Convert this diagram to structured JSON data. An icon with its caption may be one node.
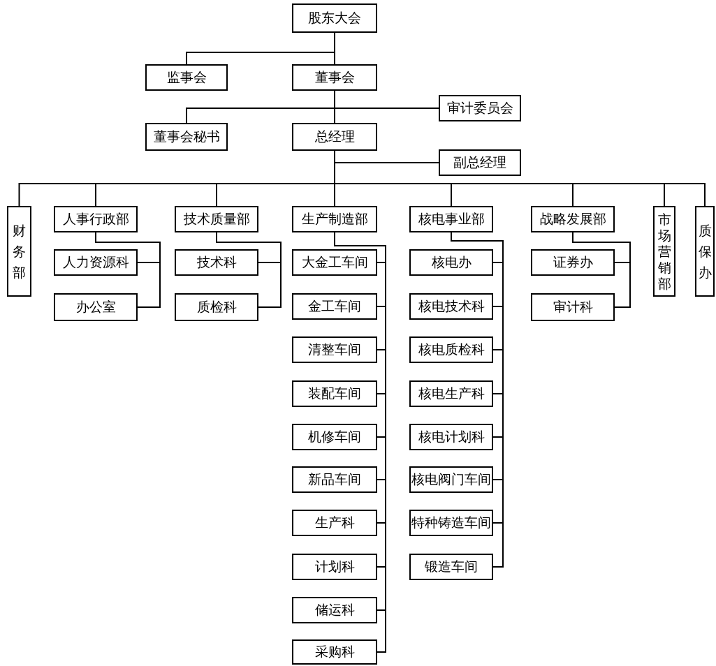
{
  "diagram": {
    "nodes": [
      {
        "text": [
          "股东大会"
        ]
      },
      {
        "text": [
          "监事会"
        ]
      },
      {
        "text": [
          "董事会"
        ]
      },
      {
        "text": [
          "审计委员会"
        ]
      },
      {
        "text": [
          "董事会秘书"
        ]
      },
      {
        "text": [
          "总经理"
        ]
      },
      {
        "text": [
          "副总经理"
        ]
      },
      {
        "text": [
          "财务部"
        ]
      },
      {
        "text": [
          "人事行政部"
        ]
      },
      {
        "text": [
          "技术质量部"
        ]
      },
      {
        "text": [
          "生产制造部"
        ]
      },
      {
        "text": [
          "核电事业部"
        ]
      },
      {
        "text": [
          "战略发展部"
        ]
      },
      {
        "text": [
          "市场营销部"
        ]
      },
      {
        "text": [
          "质保办"
        ]
      },
      {
        "text": [
          "人力资源科"
        ]
      },
      {
        "text": [
          "办公室"
        ]
      },
      {
        "text": [
          "技术科"
        ]
      },
      {
        "text": [
          "质检科"
        ]
      },
      {
        "text": [
          "大金工车间"
        ]
      },
      {
        "text": [
          "金工车间"
        ]
      },
      {
        "text": [
          "清整车间"
        ]
      },
      {
        "text": [
          "装配车间"
        ]
      },
      {
        "text": [
          "机修车间"
        ]
      },
      {
        "text": [
          "新品车间"
        ]
      },
      {
        "text": [
          "生产科"
        ]
      },
      {
        "text": [
          "计划科"
        ]
      },
      {
        "text": [
          "储运科"
        ]
      },
      {
        "text": [
          "采购科"
        ]
      },
      {
        "text": [
          "核电办"
        ]
      },
      {
        "text": [
          "核电技术科"
        ]
      },
      {
        "text": [
          "核电质检科"
        ]
      },
      {
        "text": [
          "核电生产科"
        ]
      },
      {
        "text": [
          "核电计划科"
        ]
      },
      {
        "text": [
          "核电阀门车间"
        ]
      },
      {
        "text": [
          "特种铸造车间"
        ]
      },
      {
        "text": [
          "锻造车间"
        ]
      },
      {
        "text": [
          "证券办"
        ]
      },
      {
        "text": [
          "审计科"
        ]
      }
    ],
    "edges": [
      {
        "from": 0,
        "to": 1,
        "arrow": "none"
      },
      {
        "from": 0,
        "to": 2,
        "arrow": "none"
      },
      {
        "from": 2,
        "to": 3,
        "arrow": "none"
      },
      {
        "from": 2,
        "to": 4,
        "arrow": "none"
      },
      {
        "from": 2,
        "to": 5,
        "arrow": "none"
      },
      {
        "from": 5,
        "to": 6,
        "arrow": "none"
      },
      {
        "from": 5,
        "to": 7,
        "arrow": "none"
      },
      {
        "from": 5,
        "to": 8,
        "arrow": "none"
      },
      {
        "from": 5,
        "to": 9,
        "arrow": "none"
      },
      {
        "from": 5,
        "to": 10,
        "arrow": "none"
      },
      {
        "from": 5,
        "to": 11,
        "arrow": "none"
      },
      {
        "from": 5,
        "to": 12,
        "arrow": "none"
      },
      {
        "from": 5,
        "to": 13,
        "arrow": "none"
      },
      {
        "from": 5,
        "to": 14,
        "arrow": "none"
      },
      {
        "from": 8,
        "to": 15,
        "arrow": "none"
      },
      {
        "from": 8,
        "to": 16,
        "arrow": "none"
      },
      {
        "from": 9,
        "to": 17,
        "arrow": "none"
      },
      {
        "from": 9,
        "to": 18,
        "arrow": "none"
      },
      {
        "from": 10,
        "to": 19,
        "arrow": "none"
      },
      {
        "from": 10,
        "to": 20,
        "arrow": "none"
      },
      {
        "from": 10,
        "to": 21,
        "arrow": "none"
      },
      {
        "from": 10,
        "to": 22,
        "arrow": "none"
      },
      {
        "from": 10,
        "to": 23,
        "arrow": "none"
      },
      {
        "from": 10,
        "to": 24,
        "arrow": "none"
      },
      {
        "from": 10,
        "to": 25,
        "arrow": "none"
      },
      {
        "from": 10,
        "to": 26,
        "arrow": "none"
      },
      {
        "from": 10,
        "to": 27,
        "arrow": "none"
      },
      {
        "from": 10,
        "to": 28,
        "arrow": "none"
      },
      {
        "from": 11,
        "to": 29,
        "arrow": "none"
      },
      {
        "from": 11,
        "to": 30,
        "arrow": "none"
      },
      {
        "from": 11,
        "to": 31,
        "arrow": "none"
      },
      {
        "from": 11,
        "to": 32,
        "arrow": "none"
      },
      {
        "from": 11,
        "to": 33,
        "arrow": "none"
      },
      {
        "from": 11,
        "to": 34,
        "arrow": "none"
      },
      {
        "from": 11,
        "to": 35,
        "arrow": "none"
      },
      {
        "from": 11,
        "to": 36,
        "arrow": "none"
      },
      {
        "from": 12,
        "to": 37,
        "arrow": "none"
      },
      {
        "from": 12,
        "to": 38,
        "arrow": "none"
      }
    ]
  }
}
